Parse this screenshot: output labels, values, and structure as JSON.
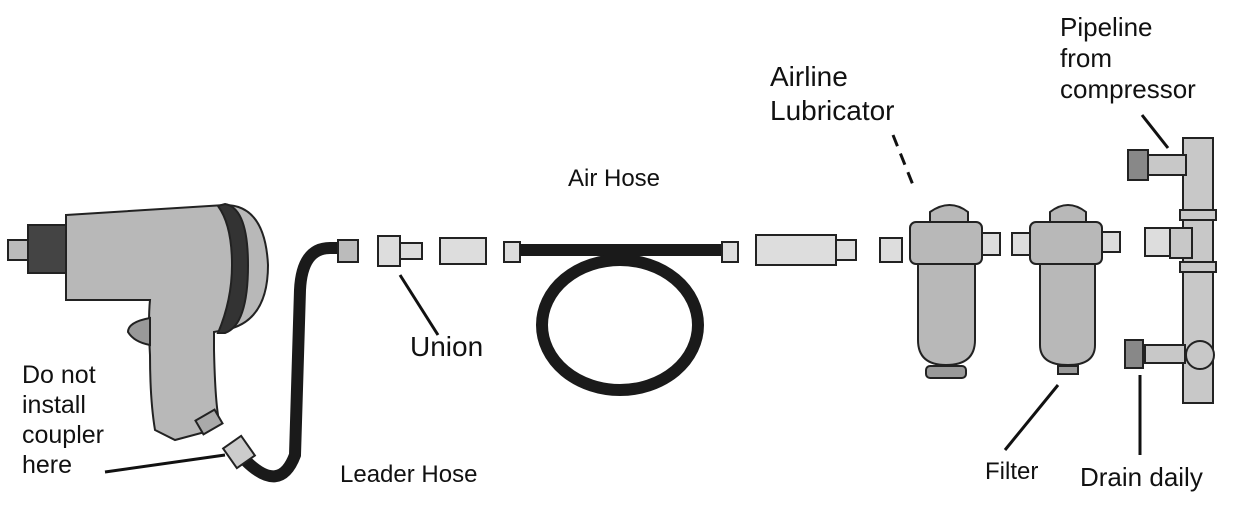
{
  "labels": {
    "pipeline": [
      "Pipeline",
      "from",
      "compressor"
    ],
    "lubricator": [
      "Airline",
      "Lubricator"
    ],
    "air_hose": "Air Hose",
    "union": "Union",
    "do_not_install": [
      "Do not",
      "install",
      "coupler",
      "here"
    ],
    "leader_hose": "Leader Hose",
    "filter": "Filter",
    "drain_daily": "Drain daily"
  },
  "colors": {
    "body_fill": "#b8b8b8",
    "outline": "#222222",
    "hose": "#1a1a1a",
    "pipe_fill": "#c8c8c8"
  }
}
